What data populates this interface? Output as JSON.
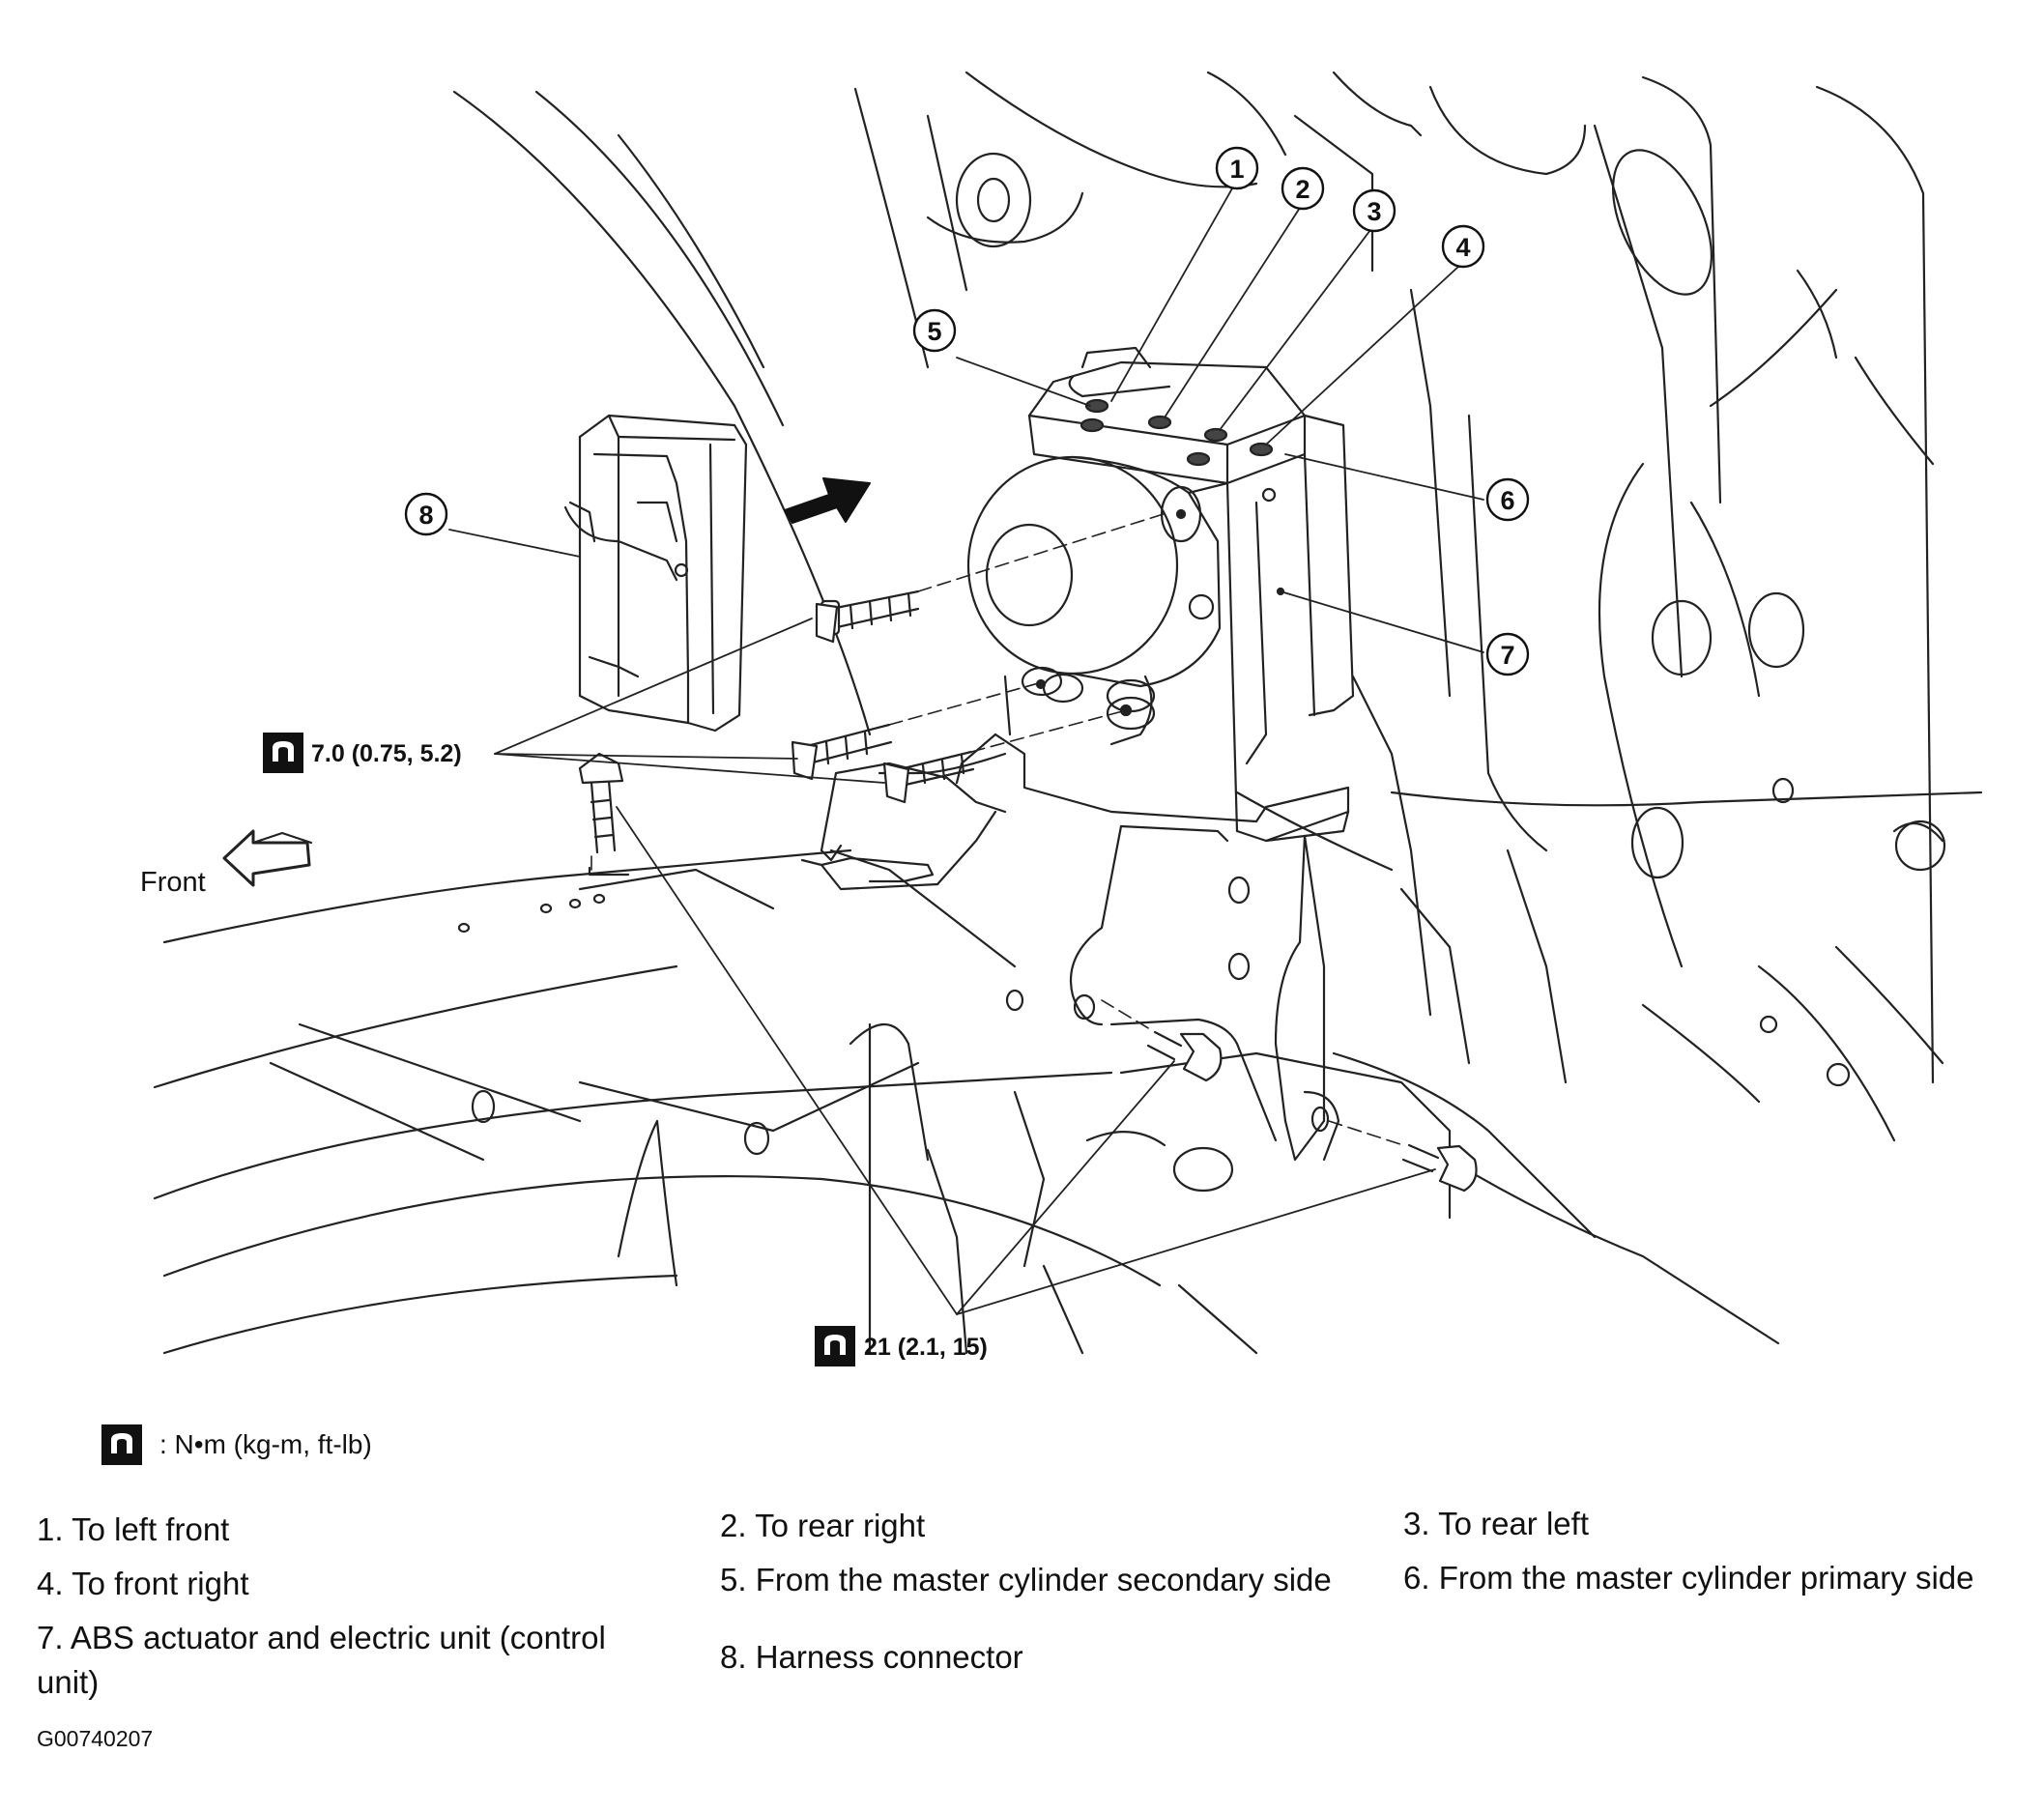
{
  "diagram": {
    "callouts": [
      "1",
      "2",
      "3",
      "4",
      "5",
      "6",
      "7",
      "8"
    ],
    "front_label": "Front",
    "torque_small": "7.0 (0.75, 5.2)",
    "torque_large": "21 (2.1, 15)"
  },
  "legend": {
    "icon": "torque-wrench-icon",
    "text": ": N•m (kg-m, ft-lb)"
  },
  "parts": [
    "1. To left front",
    "2. To rear right",
    "3. To rear left",
    "4. To front right",
    "5. From the master cylinder secondary side",
    "6. From the master cylinder primary side",
    "7. ABS actuator and electric unit (control unit)",
    "8. Harness connector"
  ],
  "figure_id": "G00740207"
}
